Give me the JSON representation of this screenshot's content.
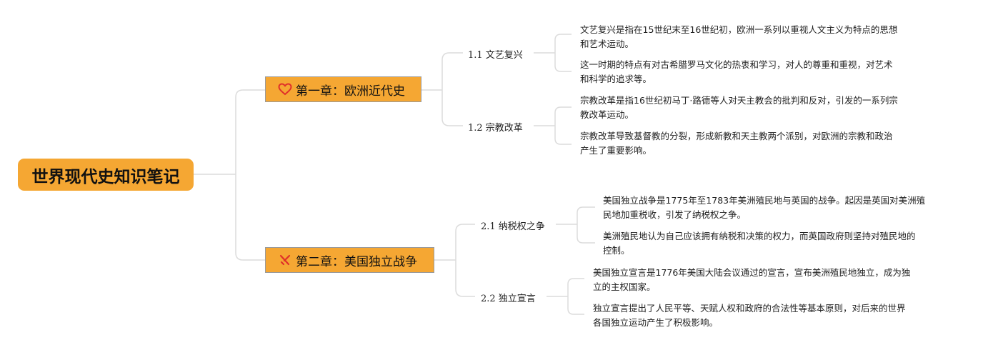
{
  "mindmap": {
    "root": {
      "title": "世界现代史知识笔记"
    },
    "chapters": [
      {
        "title": "第一章：欧洲近代史",
        "icon": "heart-icon",
        "sections": [
          {
            "title": "1.1 文艺复兴",
            "notes": [
              [
                "文艺复兴是指在15世纪末至16世纪初，欧洲一系列以重视人文主义为特点的思想",
                "和艺术运动。"
              ],
              [
                "这一时期的特点有对古希腊罗马文化的热衷和学习，对人的尊重和重视，对艺术",
                "和科学的追求等。"
              ]
            ]
          },
          {
            "title": "1.2 宗教改革",
            "notes": [
              [
                "宗教改革是指16世纪初马丁·路德等人对天主教会的批判和反对，引发的一系列宗",
                "教改革运动。"
              ],
              [
                "宗教改革导致基督教的分裂，形成新教和天主教两个派别，对欧洲的宗教和政治",
                "产生了重要影响。"
              ]
            ]
          }
        ]
      },
      {
        "title": "第二章：美国独立战争",
        "icon": "crossed-swords-icon",
        "sections": [
          {
            "title": "2.1 纳税权之争",
            "notes": [
              [
                "美国独立战争是1775年至1783年美洲殖民地与英国的战争。起因是英国对美洲殖",
                "民地加重税收，引发了纳税权之争。"
              ],
              [
                "美洲殖民地认为自己应该拥有纳税和决策的权力，而英国政府则坚持对殖民地的",
                "控制。"
              ]
            ]
          },
          {
            "title": "2.2 独立宣言",
            "notes": [
              [
                "美国独立宣言是1776年美国大陆会议通过的宣言，宣布美洲殖民地独立，成为独",
                "立的主权国家。"
              ],
              [
                "独立宣言提出了人民平等、天赋人权和政府的合法性等基本原则，对后来的世界",
                "各国独立运动产生了积极影响。"
              ]
            ]
          }
        ]
      }
    ],
    "colors": {
      "node_fill": "#f5a733",
      "connector": "#dcdcdc",
      "icon_red": "#e0302a"
    }
  }
}
